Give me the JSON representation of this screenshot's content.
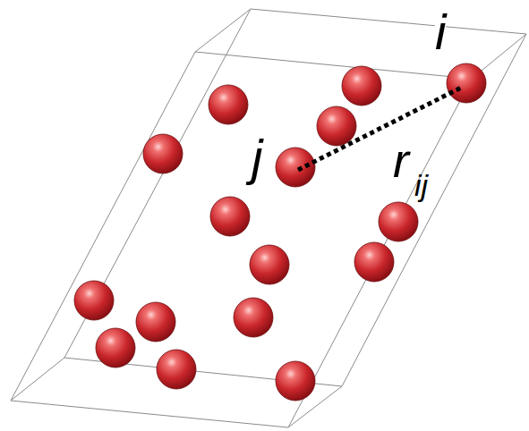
{
  "diagram": {
    "labels": [
      "i",
      "j",
      "r",
      "ij"
    ]
  }
}
